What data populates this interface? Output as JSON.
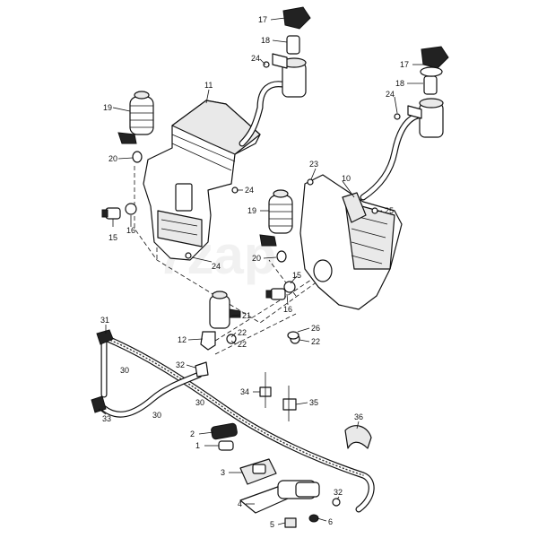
{
  "callouts": {
    "c1": "1",
    "c2": "2",
    "c3": "3",
    "c4": "4",
    "c5": "5",
    "c6": "6",
    "c10": "10",
    "c11": "11",
    "c12": "12",
    "c15a": "15",
    "c15b": "15",
    "c16a": "16",
    "c16b": "16",
    "c17a": "17",
    "c17b": "17",
    "c18a": "18",
    "c18b": "18",
    "c19a": "19",
    "c19b": "19",
    "c20a": "20",
    "c20b": "20",
    "c21": "21",
    "c22a": "22",
    "c22b": "22",
    "c23": "23",
    "c24a": "24",
    "c24b": "24",
    "c24c": "24",
    "c24d": "24",
    "c25": "25",
    "c26": "26",
    "c30a": "30",
    "c30b": "30",
    "c30c": "30",
    "c31": "31",
    "c32a": "32",
    "c32b": "32",
    "c33": "33",
    "c34": "34",
    "c35": "35",
    "c36": "36"
  },
  "colors": {
    "line": "#111111",
    "background": "#ffffff",
    "shade": "#e9e9e9"
  }
}
